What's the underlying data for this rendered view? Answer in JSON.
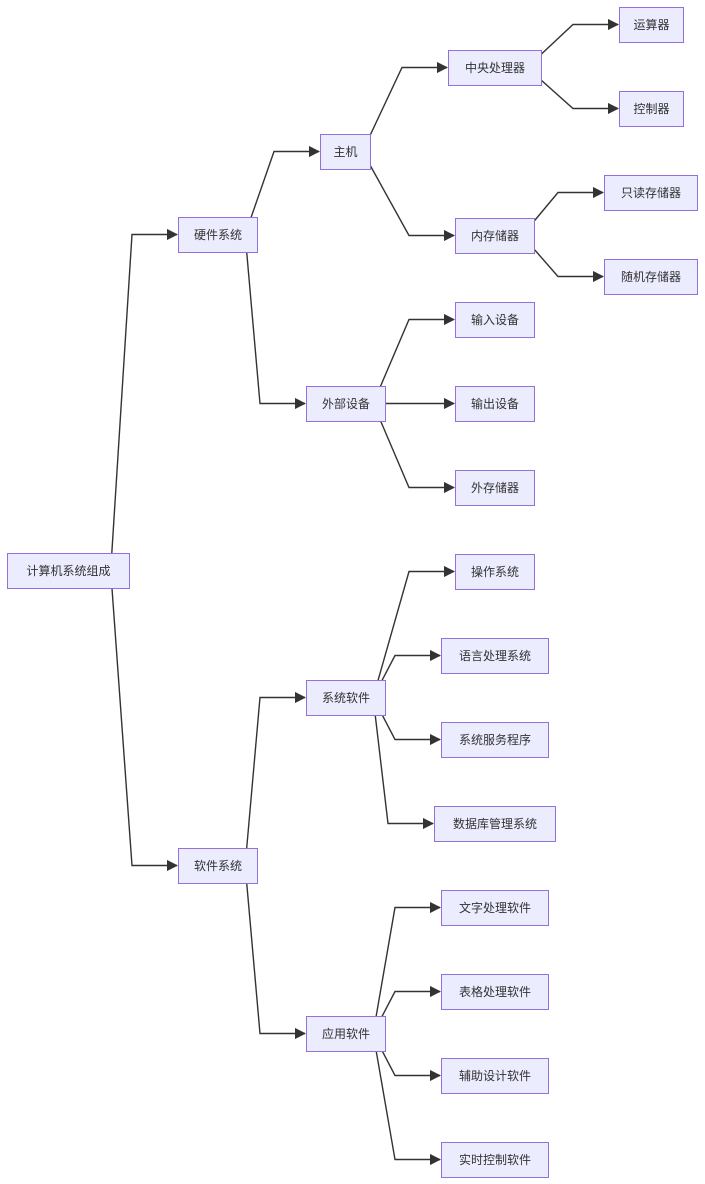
{
  "diagram": {
    "type": "tree",
    "nodes": [
      {
        "id": "root",
        "label": "计算机系统组成"
      },
      {
        "id": "hardware",
        "label": "硬件系统"
      },
      {
        "id": "software",
        "label": "软件系统"
      },
      {
        "id": "host",
        "label": "主机"
      },
      {
        "id": "peripheral",
        "label": "外部设备"
      },
      {
        "id": "cpu",
        "label": "中央处理器"
      },
      {
        "id": "memory",
        "label": "内存储器"
      },
      {
        "id": "alu",
        "label": "运算器"
      },
      {
        "id": "controller",
        "label": "控制器"
      },
      {
        "id": "rom",
        "label": "只读存储器"
      },
      {
        "id": "ram",
        "label": "随机存储器"
      },
      {
        "id": "input",
        "label": "输入设备"
      },
      {
        "id": "output",
        "label": "输出设备"
      },
      {
        "id": "external_storage",
        "label": "外存储器"
      },
      {
        "id": "system_software",
        "label": "系统软件"
      },
      {
        "id": "application_software",
        "label": "应用软件"
      },
      {
        "id": "os",
        "label": "操作系统"
      },
      {
        "id": "language_processor",
        "label": "语言处理系统"
      },
      {
        "id": "service_programs",
        "label": "系统服务程序"
      },
      {
        "id": "dbms",
        "label": "数据库管理系统"
      },
      {
        "id": "word_processing",
        "label": "文字处理软件"
      },
      {
        "id": "spreadsheet",
        "label": "表格处理软件"
      },
      {
        "id": "cad",
        "label": "辅助设计软件"
      },
      {
        "id": "realtime_control",
        "label": "实时控制软件"
      }
    ],
    "edges": [
      {
        "from": "root",
        "to": "hardware"
      },
      {
        "from": "root",
        "to": "software"
      },
      {
        "from": "hardware",
        "to": "host"
      },
      {
        "from": "hardware",
        "to": "peripheral"
      },
      {
        "from": "host",
        "to": "cpu"
      },
      {
        "from": "host",
        "to": "memory"
      },
      {
        "from": "cpu",
        "to": "alu"
      },
      {
        "from": "cpu",
        "to": "controller"
      },
      {
        "from": "memory",
        "to": "rom"
      },
      {
        "from": "memory",
        "to": "ram"
      },
      {
        "from": "peripheral",
        "to": "input"
      },
      {
        "from": "peripheral",
        "to": "output"
      },
      {
        "from": "peripheral",
        "to": "external_storage"
      },
      {
        "from": "software",
        "to": "system_software"
      },
      {
        "from": "software",
        "to": "application_software"
      },
      {
        "from": "system_software",
        "to": "os"
      },
      {
        "from": "system_software",
        "to": "language_processor"
      },
      {
        "from": "system_software",
        "to": "service_programs"
      },
      {
        "from": "system_software",
        "to": "dbms"
      },
      {
        "from": "application_software",
        "to": "word_processing"
      },
      {
        "from": "application_software",
        "to": "spreadsheet"
      },
      {
        "from": "application_software",
        "to": "cad"
      },
      {
        "from": "application_software",
        "to": "realtime_control"
      }
    ]
  },
  "colors": {
    "node_fill": "#ECECFF",
    "node_border": "#9370DB",
    "edge": "#333333",
    "text": "#333333"
  }
}
